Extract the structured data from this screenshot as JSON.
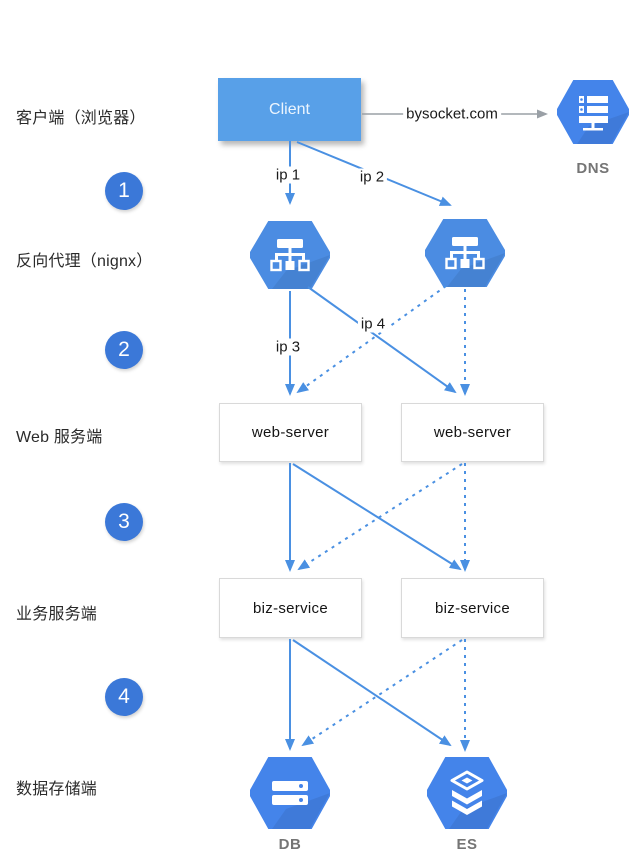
{
  "rows": {
    "client": "客户端（浏览器）",
    "proxy": "反向代理（nignx）",
    "web": "Web 服务端",
    "biz": "业务服务端",
    "storage": "数据存储端"
  },
  "steps": {
    "s1": "1",
    "s2": "2",
    "s3": "3",
    "s4": "4"
  },
  "nodes": {
    "client": "Client",
    "dns": "DNS",
    "web_left": "web-server",
    "web_right": "web-server",
    "biz_left": "biz-service",
    "biz_right": "biz-service",
    "db": "DB",
    "es": "ES"
  },
  "edges": {
    "domain": "bysocket.com",
    "ip1": "ip 1",
    "ip2": "ip 2",
    "ip3": "ip 3",
    "ip4": "ip 4"
  },
  "icons": {
    "dns": "dns-server-icon",
    "nginx": "network-tree-icon",
    "db": "database-icon",
    "es": "layer-stack-icon"
  },
  "colors": {
    "arrow_blue": "#4a90e2",
    "hexagon_blue": "#4484ea",
    "hexagon_blue_light": "#4b8ce2",
    "client_box_blue": "#58a0e8",
    "step_circle_blue": "#3b78d8",
    "gray_arrow": "#9aa0a6",
    "node_label_gray": "#757575",
    "box_border_gray": "#d9d9d9",
    "background": "#ffffff"
  }
}
